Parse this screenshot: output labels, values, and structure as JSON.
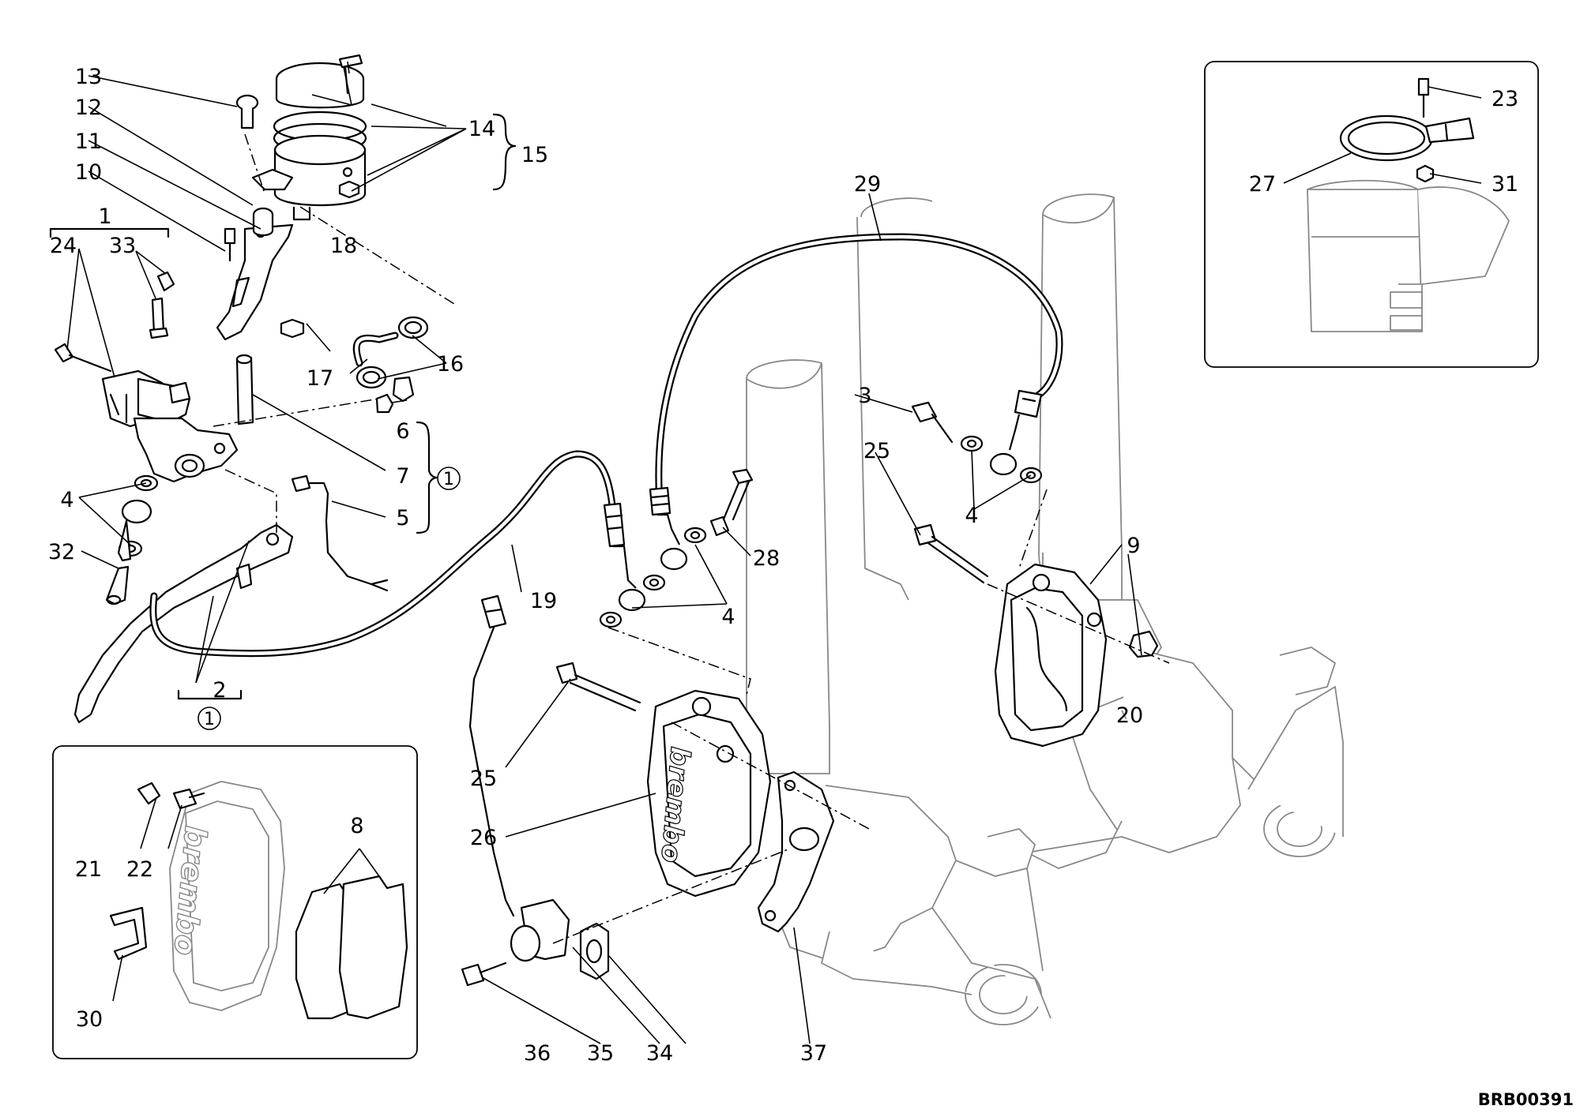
{
  "drawing_code": "BRB00391",
  "callouts": [
    {
      "id": "c1",
      "text": "1"
    },
    {
      "id": "c2",
      "text": "2"
    },
    {
      "id": "c3",
      "text": "3"
    },
    {
      "id": "c4a",
      "text": "4"
    },
    {
      "id": "c4b",
      "text": "4"
    },
    {
      "id": "c4c",
      "text": "4"
    },
    {
      "id": "c5",
      "text": "5"
    },
    {
      "id": "c6",
      "text": "6"
    },
    {
      "id": "c7",
      "text": "7"
    },
    {
      "id": "c8",
      "text": "8"
    },
    {
      "id": "c9",
      "text": "9"
    },
    {
      "id": "c10",
      "text": "10"
    },
    {
      "id": "c11",
      "text": "11"
    },
    {
      "id": "c12",
      "text": "12"
    },
    {
      "id": "c13",
      "text": "13"
    },
    {
      "id": "c14",
      "text": "14"
    },
    {
      "id": "c15",
      "text": "15"
    },
    {
      "id": "c16",
      "text": "16"
    },
    {
      "id": "c17",
      "text": "17"
    },
    {
      "id": "c18",
      "text": "18"
    },
    {
      "id": "c19",
      "text": "19"
    },
    {
      "id": "c20",
      "text": "20"
    },
    {
      "id": "c21",
      "text": "21"
    },
    {
      "id": "c22",
      "text": "22"
    },
    {
      "id": "c23",
      "text": "23"
    },
    {
      "id": "c24",
      "text": "24"
    },
    {
      "id": "c25a",
      "text": "25"
    },
    {
      "id": "c25b",
      "text": "25"
    },
    {
      "id": "c26",
      "text": "26"
    },
    {
      "id": "c27",
      "text": "27"
    },
    {
      "id": "c28",
      "text": "28"
    },
    {
      "id": "c29",
      "text": "29"
    },
    {
      "id": "c30",
      "text": "30"
    },
    {
      "id": "c31",
      "text": "31"
    },
    {
      "id": "c32",
      "text": "32"
    },
    {
      "id": "c33",
      "text": "33"
    },
    {
      "id": "c34",
      "text": "34"
    },
    {
      "id": "c35",
      "text": "35"
    },
    {
      "id": "c36",
      "text": "36"
    },
    {
      "id": "c37",
      "text": "37"
    }
  ],
  "circled_notes": [
    {
      "id": "n1",
      "text": "1"
    },
    {
      "id": "n2",
      "text": "1"
    }
  ],
  "caliper_brand": "brembo"
}
